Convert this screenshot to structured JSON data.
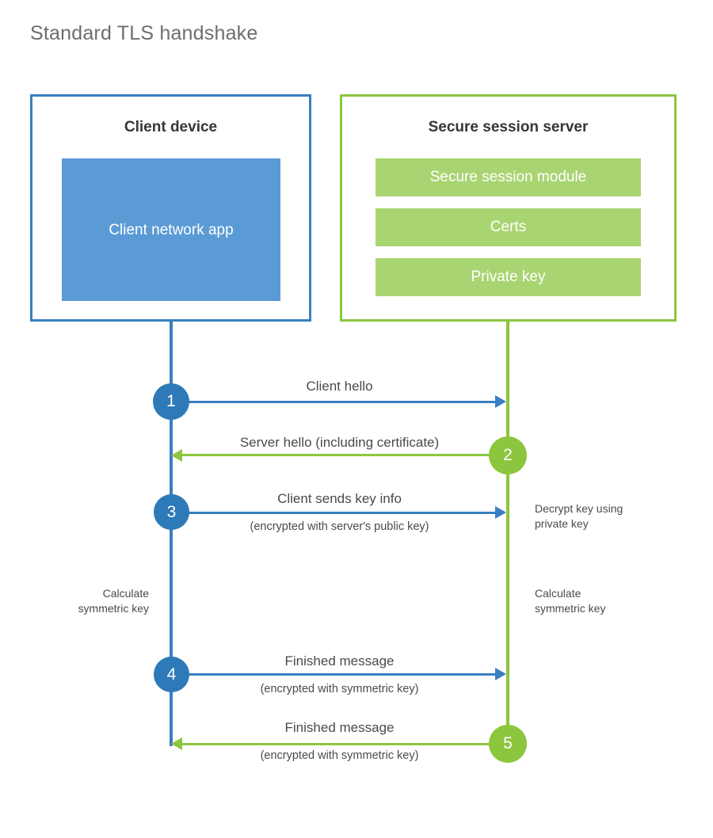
{
  "page": {
    "title": "Standard TLS handshake"
  },
  "colors": {
    "client_border": "#3a7fc1",
    "client_fill": "#5b9bd5",
    "client_circle": "#2e7ab8",
    "server_border": "#8cc63e",
    "server_fill": "#a9d472",
    "server_circle": "#8cc63e",
    "text": "#4a4a4a",
    "heading": "#33363a"
  },
  "client": {
    "title": "Client device",
    "app_label": "Client network app"
  },
  "server": {
    "title": "Secure session server",
    "components": [
      {
        "label": "Secure session module"
      },
      {
        "label": "Certs"
      },
      {
        "label": "Private key"
      }
    ]
  },
  "steps": [
    {
      "number": "1",
      "label": "Client hello",
      "sublabel": "",
      "direction": "client-to-server",
      "actor": "client"
    },
    {
      "number": "2",
      "label": "Server hello (including certificate)",
      "sublabel": "",
      "direction": "server-to-client",
      "actor": "server"
    },
    {
      "number": "3",
      "label": "Client sends key info",
      "sublabel": "(encrypted with server's public key)",
      "direction": "client-to-server",
      "actor": "client"
    },
    {
      "number": "4",
      "label": "Finished message",
      "sublabel": "(encrypted with symmetric key)",
      "direction": "client-to-server",
      "actor": "client"
    },
    {
      "number": "5",
      "label": "Finished message",
      "sublabel": "(encrypted with symmetric key)",
      "direction": "server-to-client",
      "actor": "server"
    }
  ],
  "notes": {
    "server_decrypt": "Decrypt key using\nprivate key",
    "client_calculate": "Calculate\nsymmetric key",
    "server_calculate": "Calculate\nsymmetric key"
  }
}
